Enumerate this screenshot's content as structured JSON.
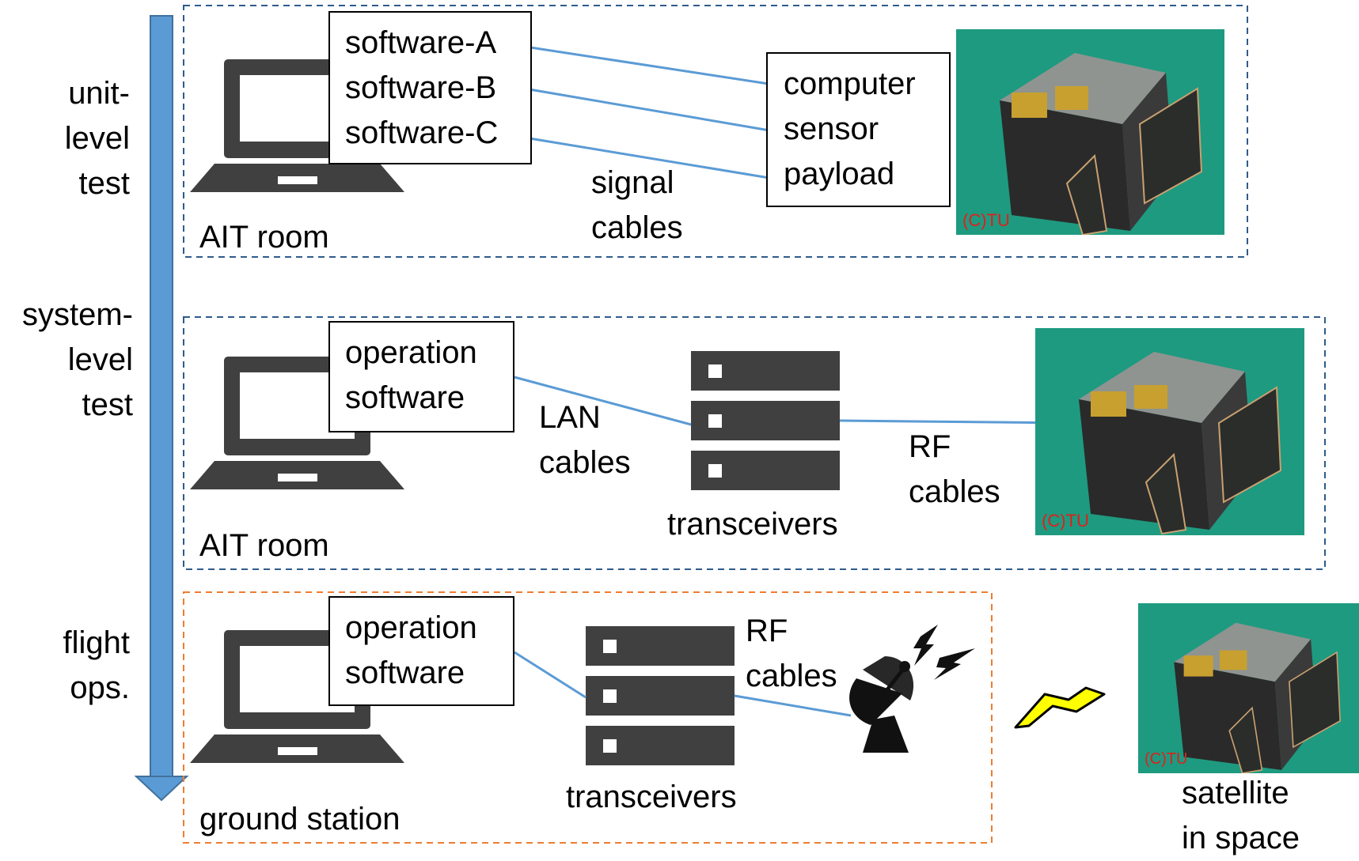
{
  "stages": {
    "unit": "unit-\nlevel\ntest",
    "system": "system-\nlevel\ntest",
    "flight": "flight\nops."
  },
  "panel1": {
    "location": "AIT room",
    "software_box": "software-A\nsoftware-B\nsoftware-C",
    "target_box": "computer\nsensor\npayload",
    "cable_label": "signal\ncables",
    "photo_credit": "(C)TU"
  },
  "panel2": {
    "location": "AIT room",
    "software_box": "operation\nsoftware",
    "lan_label": "LAN\ncables",
    "transceiver_label": "transceivers",
    "rf_label": "RF\ncables",
    "photo_credit": "(C)TU"
  },
  "panel3": {
    "location": "ground station",
    "software_box": "operation\nsoftware",
    "transceiver_label": "transceivers",
    "rf_label": "RF\ncables",
    "satellite_label": "satellite\nin space",
    "photo_credit": "(C)TU"
  },
  "icons": [
    "laptop-icon",
    "server-rack-icon",
    "satellite-dish-icon",
    "lightning-bolt-icon",
    "satellite-photo"
  ],
  "colors": {
    "timeline_arrow": "#5b9bd5",
    "panel_border_test": "#2e5b8c",
    "panel_border_ops": "#ed7d31",
    "cable": "#5b9bd5",
    "icon": "#404040",
    "credit_text": "#e0201a",
    "bolt_fill": "#ffff00"
  }
}
